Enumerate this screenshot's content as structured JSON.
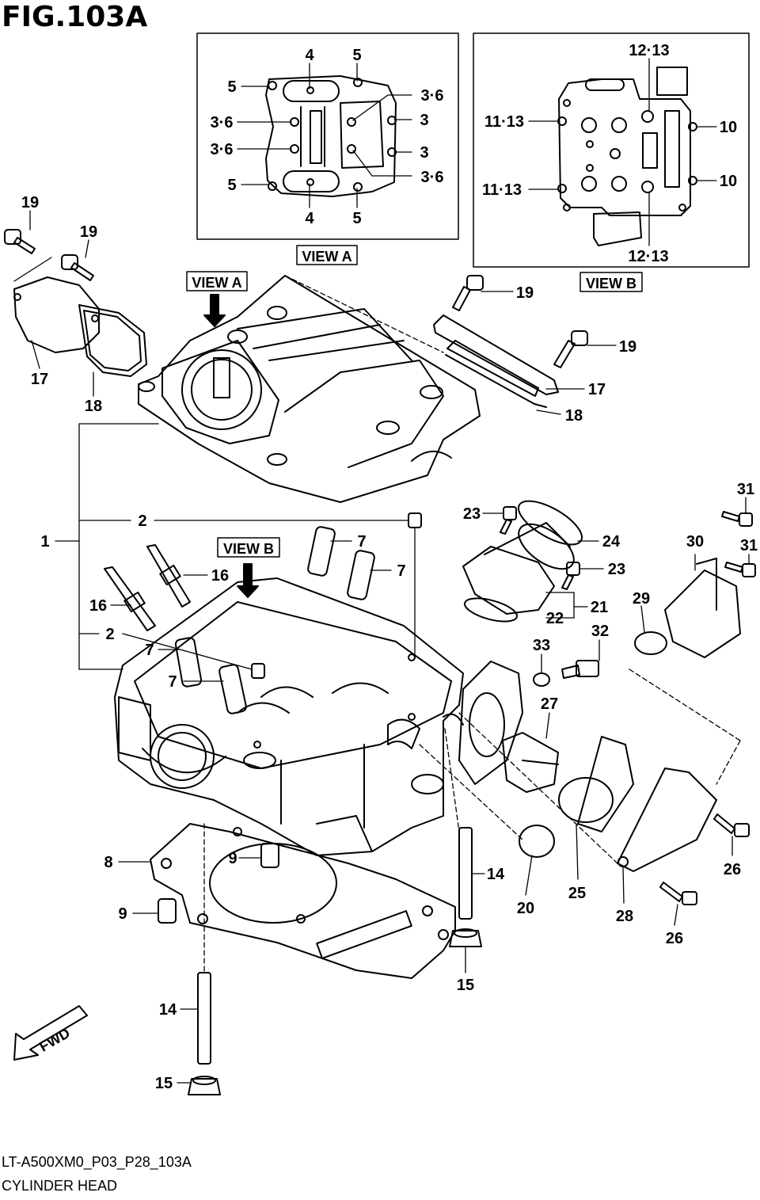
{
  "figure": {
    "title": "FIG.103A",
    "code": "LT-A500XM0_P03_P28_103A",
    "name": "CYLINDER HEAD"
  },
  "views": {
    "view_a": "VIEW A",
    "view_b": "VIEW B",
    "fwd": "FWD"
  },
  "view_a_callouts": [
    "4",
    "5",
    "5",
    "3·6",
    "3",
    "3·6",
    "3",
    "3·6",
    "5",
    "4",
    "5"
  ],
  "view_b_callouts": [
    "12·13",
    "11·13",
    "10",
    "11·13",
    "10",
    "12·13"
  ],
  "part_callouts": [
    "19",
    "19",
    "17",
    "18",
    "19",
    "19",
    "17",
    "18",
    "1",
    "2",
    "7",
    "7",
    "16",
    "16",
    "2",
    "7",
    "7",
    "23",
    "24",
    "23",
    "21",
    "22",
    "31",
    "30",
    "31",
    "29",
    "33",
    "32",
    "27",
    "8",
    "9",
    "9",
    "14",
    "20",
    "25",
    "28",
    "26",
    "26",
    "15",
    "14",
    "15"
  ]
}
